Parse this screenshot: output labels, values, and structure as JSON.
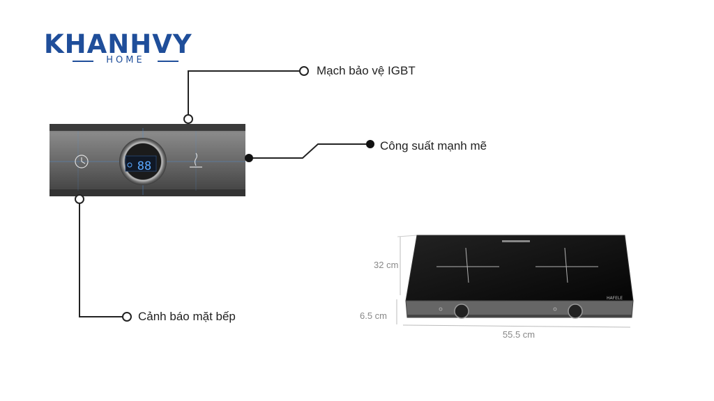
{
  "logo": {
    "main": "KHANHVY",
    "sub": "HOME"
  },
  "callouts": [
    {
      "id": "igbt",
      "label": "Mạch bảo vệ IGBT"
    },
    {
      "id": "power",
      "label": "Công suất mạnh mẽ"
    },
    {
      "id": "warning",
      "label": "Cảnh báo mặt bếp"
    }
  ],
  "panel": {
    "display": "88"
  },
  "product": {
    "brand": "HAFELE"
  },
  "dimensions": {
    "depth": "32 cm",
    "height": "6.5 cm",
    "width": "55.5 cm"
  },
  "colors": {
    "brand": "#1f4e9a",
    "display": "#5aa8ff",
    "callout_line": "#222222"
  },
  "icons": [
    "clock-icon",
    "hot-surface-icon",
    "knob-icon"
  ]
}
